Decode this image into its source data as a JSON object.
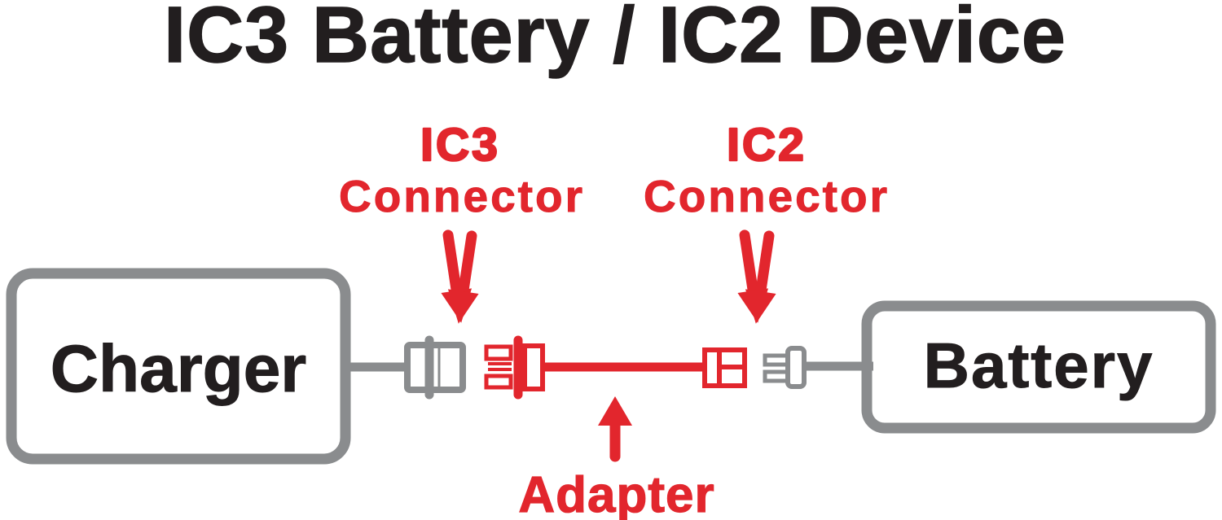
{
  "colors": {
    "red": "#e2262d",
    "gray": "#8a8c8e",
    "black": "#221e1f",
    "white": "#ffffff"
  },
  "header": {
    "title": "IC3 Battery / IC2 Device"
  },
  "diagram": {
    "charger": {
      "label": "Charger"
    },
    "battery": {
      "label": "Battery"
    },
    "ic3": {
      "title": "IC3",
      "subtitle": "Connector"
    },
    "ic2": {
      "title": "IC2",
      "subtitle": "Connector"
    },
    "adapter": {
      "label": "Adapter"
    }
  }
}
